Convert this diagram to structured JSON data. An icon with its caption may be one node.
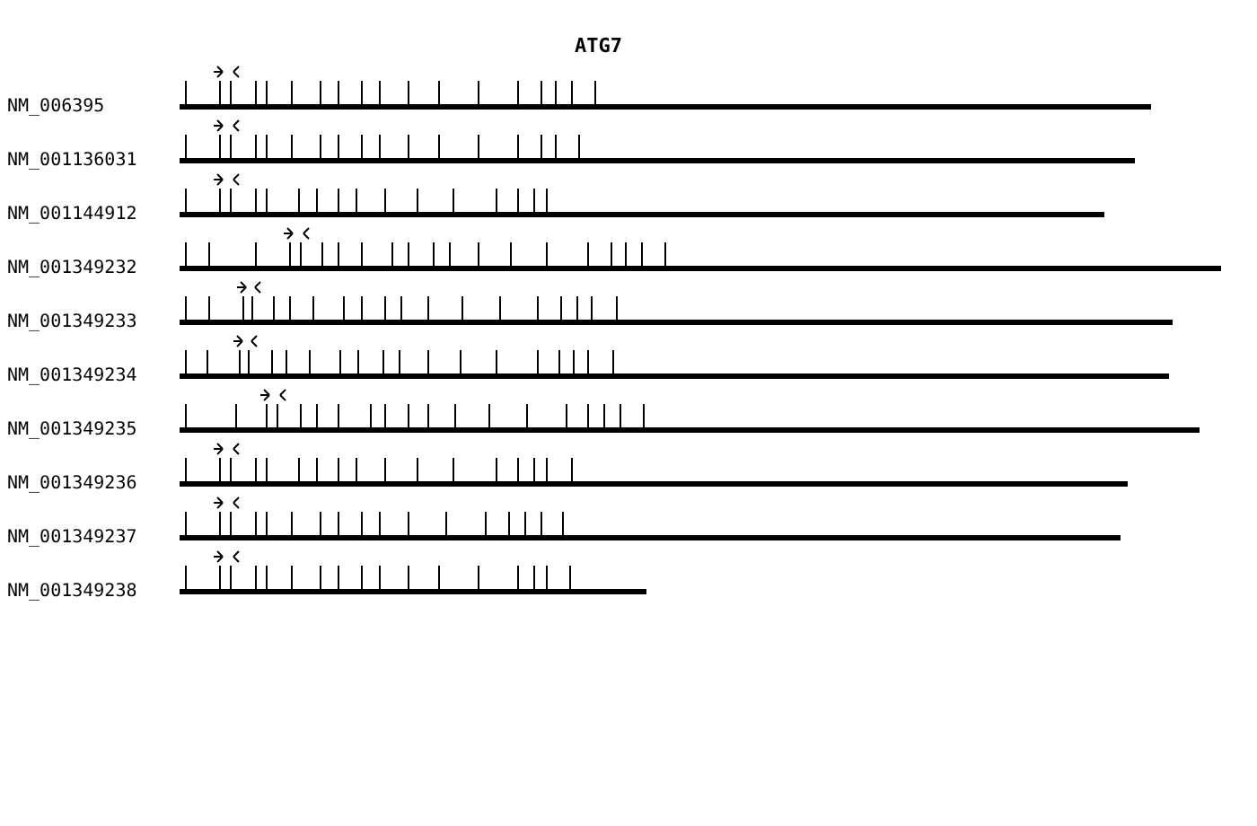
{
  "diagram": {
    "title": "ATG7",
    "labels": [
      "NM_006395",
      "NM_001136031",
      "NM_001144912",
      "NM_001349232",
      "NM_001349233",
      "NM_001349234",
      "NM_001349235",
      "NM_001349236",
      "NM_001349237",
      "NM_001349238"
    ]
  }
}
